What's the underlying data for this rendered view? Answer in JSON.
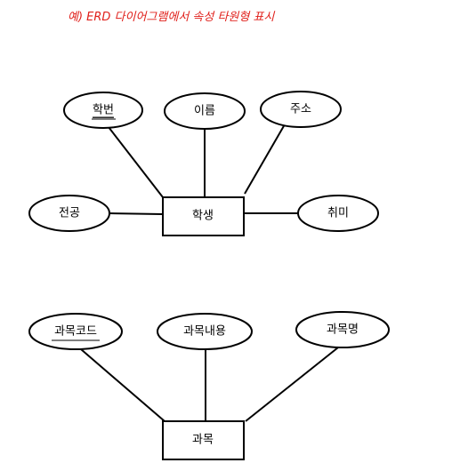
{
  "caption": "예) ERD 다이어그램에서 속성 타원형 표시",
  "colors": {
    "caption": "#e0201b",
    "stroke": "#000000",
    "fill": "#ffffff"
  },
  "diagrams": [
    {
      "entity": "학생",
      "attributes": [
        {
          "label": "학번",
          "key": true
        },
        {
          "label": "이름",
          "key": false
        },
        {
          "label": "주소",
          "key": false
        },
        {
          "label": "전공",
          "key": false
        },
        {
          "label": "취미",
          "key": false
        }
      ]
    },
    {
      "entity": "과목",
      "attributes": [
        {
          "label": "과목코드",
          "key": true
        },
        {
          "label": "과목내용",
          "key": false
        },
        {
          "label": "과목명",
          "key": false
        }
      ]
    }
  ]
}
